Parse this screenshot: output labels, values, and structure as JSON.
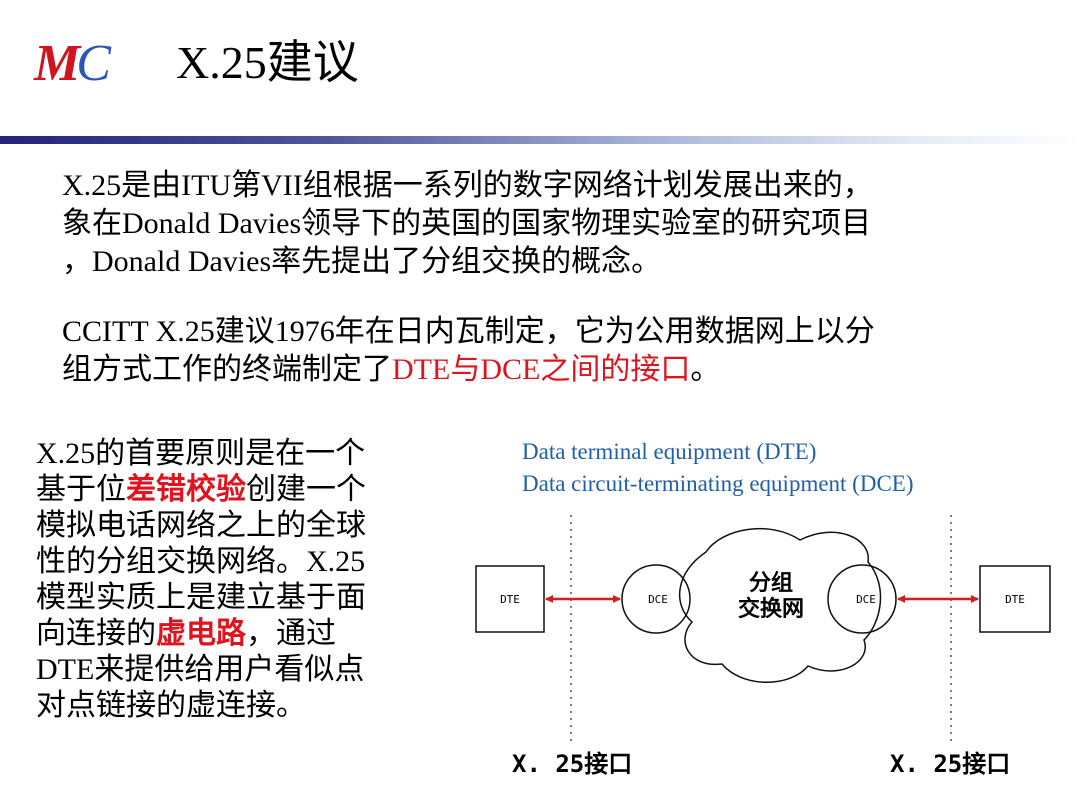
{
  "header": {
    "logo": {
      "m": "M",
      "c": "C"
    },
    "title": "X.25建议"
  },
  "intro": {
    "p1_line1": "X.25是由ITU第VII组根据一系列的数字网络计划发展出来的，",
    "p1_line2": "象在Donald Davies领导下的英国的国家物理实验室的研究项目",
    "p1_line3": "，Donald Davies率先提出了分组交换的概念。",
    "p2_line1": "CCITT X.25建议1976年在日内瓦制定，它为公用数据网上以分",
    "p2_line2_a": "组方式工作的终端制定了",
    "p2_line2_red": "DTE与DCE之间的接口",
    "p2_line2_b": "。"
  },
  "left_text": {
    "l1": "X.25的首要原则是在一个",
    "l2_a": "基于位",
    "l2_red": "差错校验",
    "l2_b": "创建一个",
    "l3": "模拟电话网络之上的全球",
    "l4": "性的分组交换网络。X.25",
    "l5": "模型实质上是建立基于面",
    "l6_a": "向连接的",
    "l6_red": "虚电路",
    "l6_b": "，通过",
    "l7": "DTE来提供给用户看似点",
    "l8": "对点链接的虚连接。"
  },
  "definitions": {
    "dte": "Data terminal equipment (DTE)",
    "dce": "Data circuit-terminating equipment (DCE)"
  },
  "diagram": {
    "dte_left": "DTE",
    "dce_left": "DCE",
    "cloud_line1": "分组",
    "cloud_line2": "交换网",
    "dce_right": "DCE",
    "dte_right": "DTE",
    "interface_left": "X. 25接口",
    "interface_right": "X. 25接口",
    "arrow_color": "#d41e1e"
  }
}
